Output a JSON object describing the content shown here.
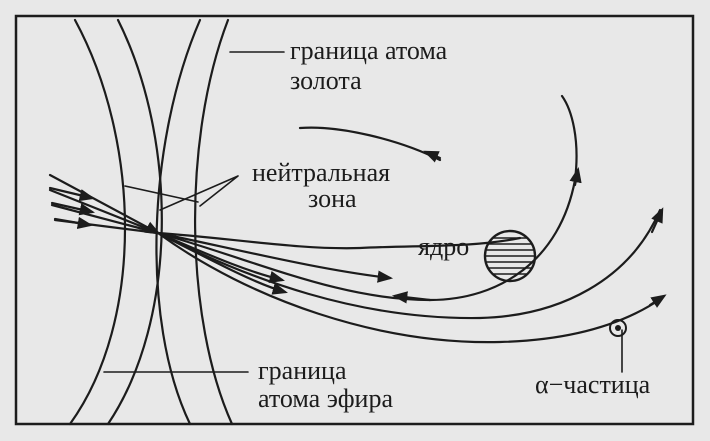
{
  "labels": {
    "gold_boundary_line1": "граница атома",
    "gold_boundary_line2": "золота",
    "neutral_zone_line1": "нейтральная",
    "neutral_zone_line2": "зона",
    "nucleus": "ядро",
    "ether_boundary_line1": "граница",
    "ether_boundary_line2": "атома эфира",
    "alpha_particle": "α−частица"
  },
  "colors": {
    "ink": "#1c1c1c",
    "paper": "#e8e8e8"
  }
}
